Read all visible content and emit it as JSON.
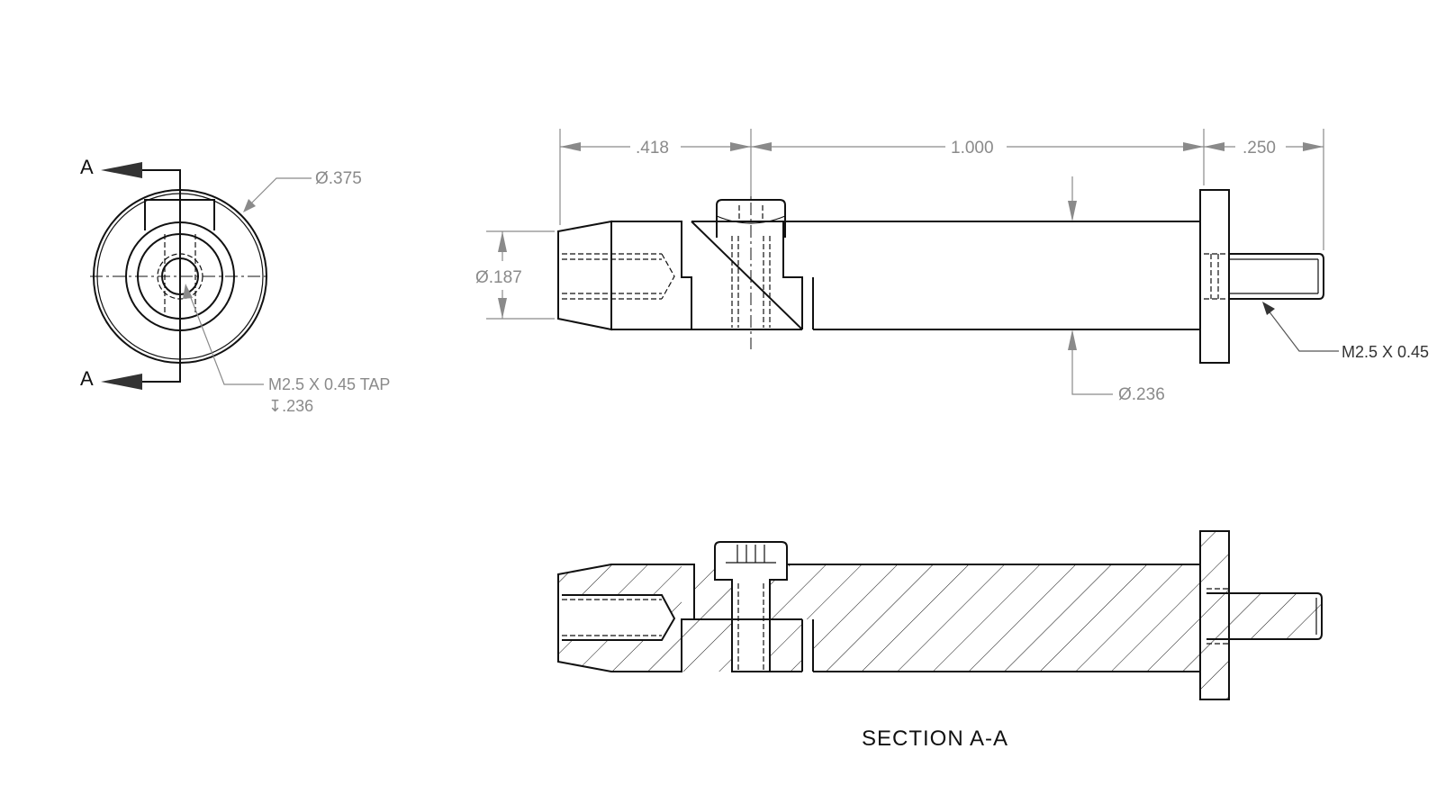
{
  "front_view": {
    "section_letter_top": "A",
    "section_letter_bottom": "A",
    "diameter_callout": "Ø.375",
    "tap_callout_line1": "M2.5 X 0.45 TAP",
    "tap_callout_line2": "↧.236"
  },
  "side_view": {
    "dim_left": ".418",
    "dim_middle": "1.000",
    "dim_right": ".250",
    "dim_tip_diameter": "Ø.187",
    "dim_shaft_diameter": "Ø.236",
    "thread_callout": "M2.5 X 0.45"
  },
  "section_view": {
    "title": "SECTION A-A"
  }
}
